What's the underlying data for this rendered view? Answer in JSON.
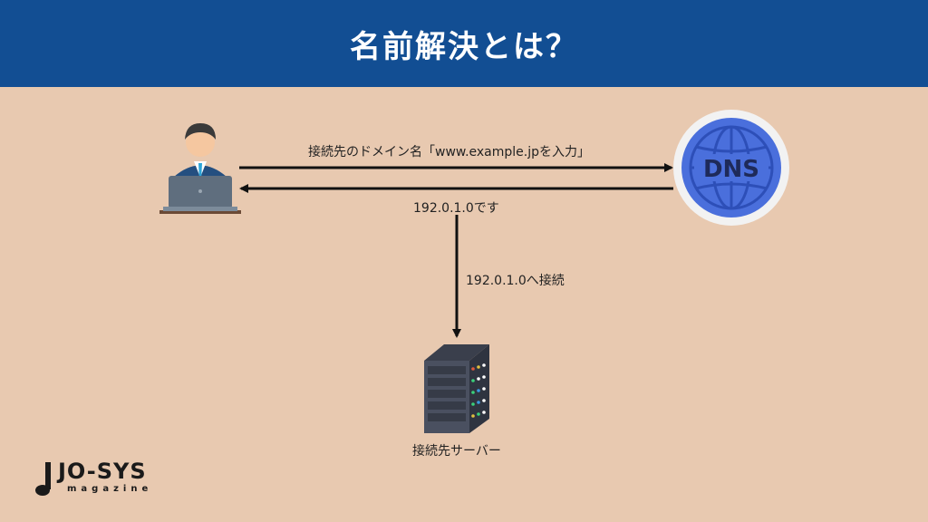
{
  "header": {
    "title": "名前解決とは？"
  },
  "arrows": {
    "request_label": "接続先のドメイン名「www.example.jpを入力」",
    "response_label": "192.0.1.0です",
    "connect_label": "192.0.1.0へ接続"
  },
  "nodes": {
    "dns_label": "DNS",
    "server_label": "接続先サーバー"
  },
  "logo": {
    "main": "JO-SYS",
    "sub": "magazine"
  },
  "colors": {
    "header_bg": "#124e93",
    "page_bg": "#e8c9b0",
    "dns_globe": "#4a6fdc",
    "server_body": "#4a5060"
  }
}
